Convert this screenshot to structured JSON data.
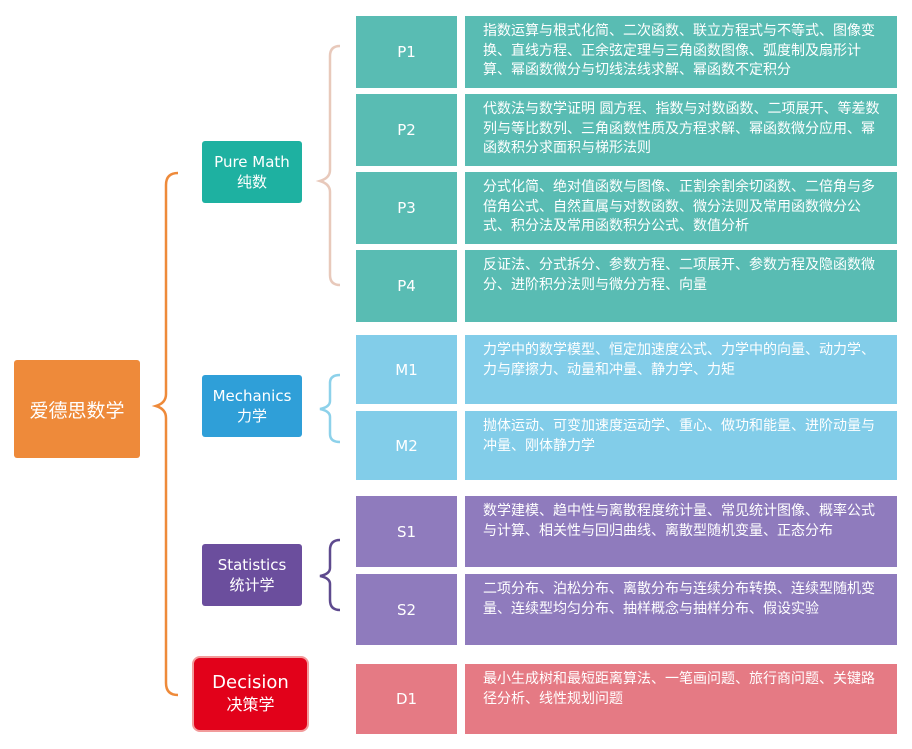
{
  "colors": {
    "root": "#ee8a3a",
    "pure": "#1eb1a1",
    "pure_light": "#59bcb3",
    "mech": "#2f9fd8",
    "mech_light": "#82cde9",
    "stat": "#6b4e9d",
    "stat_light": "#8f7bbd",
    "dec": "#e2011a",
    "dec_light": "#e57a84",
    "brace_pure": "#e8c9bb",
    "brace_mech": "#8dd1ea",
    "brace_stat": "#5e4a8e",
    "brace_root": "#ee8a3a"
  },
  "root": {
    "label": "爱德思数学"
  },
  "categories": [
    {
      "id": "pure",
      "en": "Pure Math",
      "zh": "纯数",
      "modules": [
        {
          "code": "P1",
          "text": "指数运算与根式化简、二次函数、联立方程式与不等式、图像变换、直线方程、正余弦定理与三角函数图像、弧度制及扇形计算、幂函数微分与切线法线求解、幂函数不定积分"
        },
        {
          "code": "P2",
          "text": "代数法与数学证明 圆方程、指数与对数函数、二项展开、等差数列与等比数列、三角函数性质及方程求解、幂函数微分应用、幂函数积分求面积与梯形法则"
        },
        {
          "code": "P3",
          "text": "分式化简、绝对值函数与图像、正割余割余切函数、二倍角与多倍角公式、自然直属与对数函数、微分法则及常用函数微分公式、积分法及常用函数积分公式、数值分析"
        },
        {
          "code": "P4",
          "text": "反证法、分式拆分、参数方程、二项展开、参数方程及隐函数微分、进阶积分法则与微分方程、向量"
        }
      ]
    },
    {
      "id": "mech",
      "en": "Mechanics",
      "zh": "力学",
      "modules": [
        {
          "code": "M1",
          "text": "力学中的数学模型、恒定加速度公式、力学中的向量、动力学、力与摩擦力、动量和冲量、静力学、力矩"
        },
        {
          "code": "M2",
          "text": "抛体运动、可变加速度运动学、重心、做功和能量、进阶动量与冲量、刚体静力学"
        }
      ]
    },
    {
      "id": "stat",
      "en": "Statistics",
      "zh": "统计学",
      "modules": [
        {
          "code": "S1",
          "text": "数学建模、趋中性与离散程度统计量、常见统计图像、概率公式与计算、相关性与回归曲线、离散型随机变量、正态分布"
        },
        {
          "code": "S2",
          "text": "二项分布、泊松分布、离散分布与连续分布转换、连续型随机变量、连续型均匀分布、抽样概念与抽样分布、假设实验"
        }
      ]
    },
    {
      "id": "dec",
      "en": "Decision",
      "zh": "决策学",
      "modules": [
        {
          "code": "D1",
          "text": "最小生成树和最短距离算法、一笔画问题、旅行商问题、关键路径分析、线性规划问题"
        }
      ]
    }
  ]
}
